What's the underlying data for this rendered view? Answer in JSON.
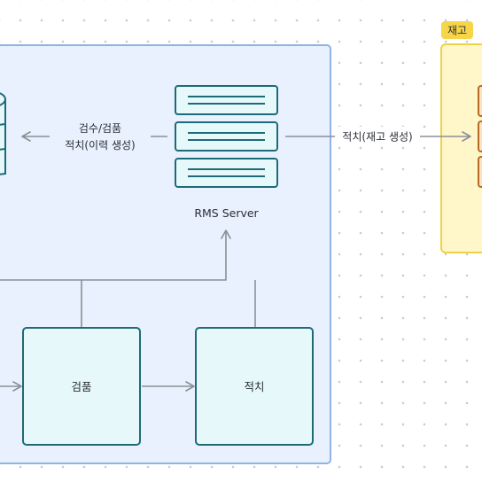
{
  "diagram": {
    "server": {
      "label": "RMS Server"
    },
    "nodes": {
      "inspection": {
        "label": "검품"
      },
      "stacking": {
        "label": "적치"
      }
    },
    "edges": {
      "to_db": {
        "line1": "검수/검품",
        "line2": "적치(이력 생성)"
      },
      "to_inventory": {
        "label": "적치(재고 생성)"
      }
    },
    "inventory_group": {
      "tag": "재고"
    }
  },
  "colors": {
    "panel_fill": "#e8f1fd",
    "panel_border": "#8fb3e6",
    "node_fill": "#e6f8fa",
    "node_border": "#1e6b78",
    "inventory_fill": "#fff6c9",
    "inventory_border": "#ecd247",
    "tag_fill": "#f7d548",
    "item_fill": "#fbe3c4",
    "item_border": "#b86a24",
    "edge": "#8a9097"
  }
}
